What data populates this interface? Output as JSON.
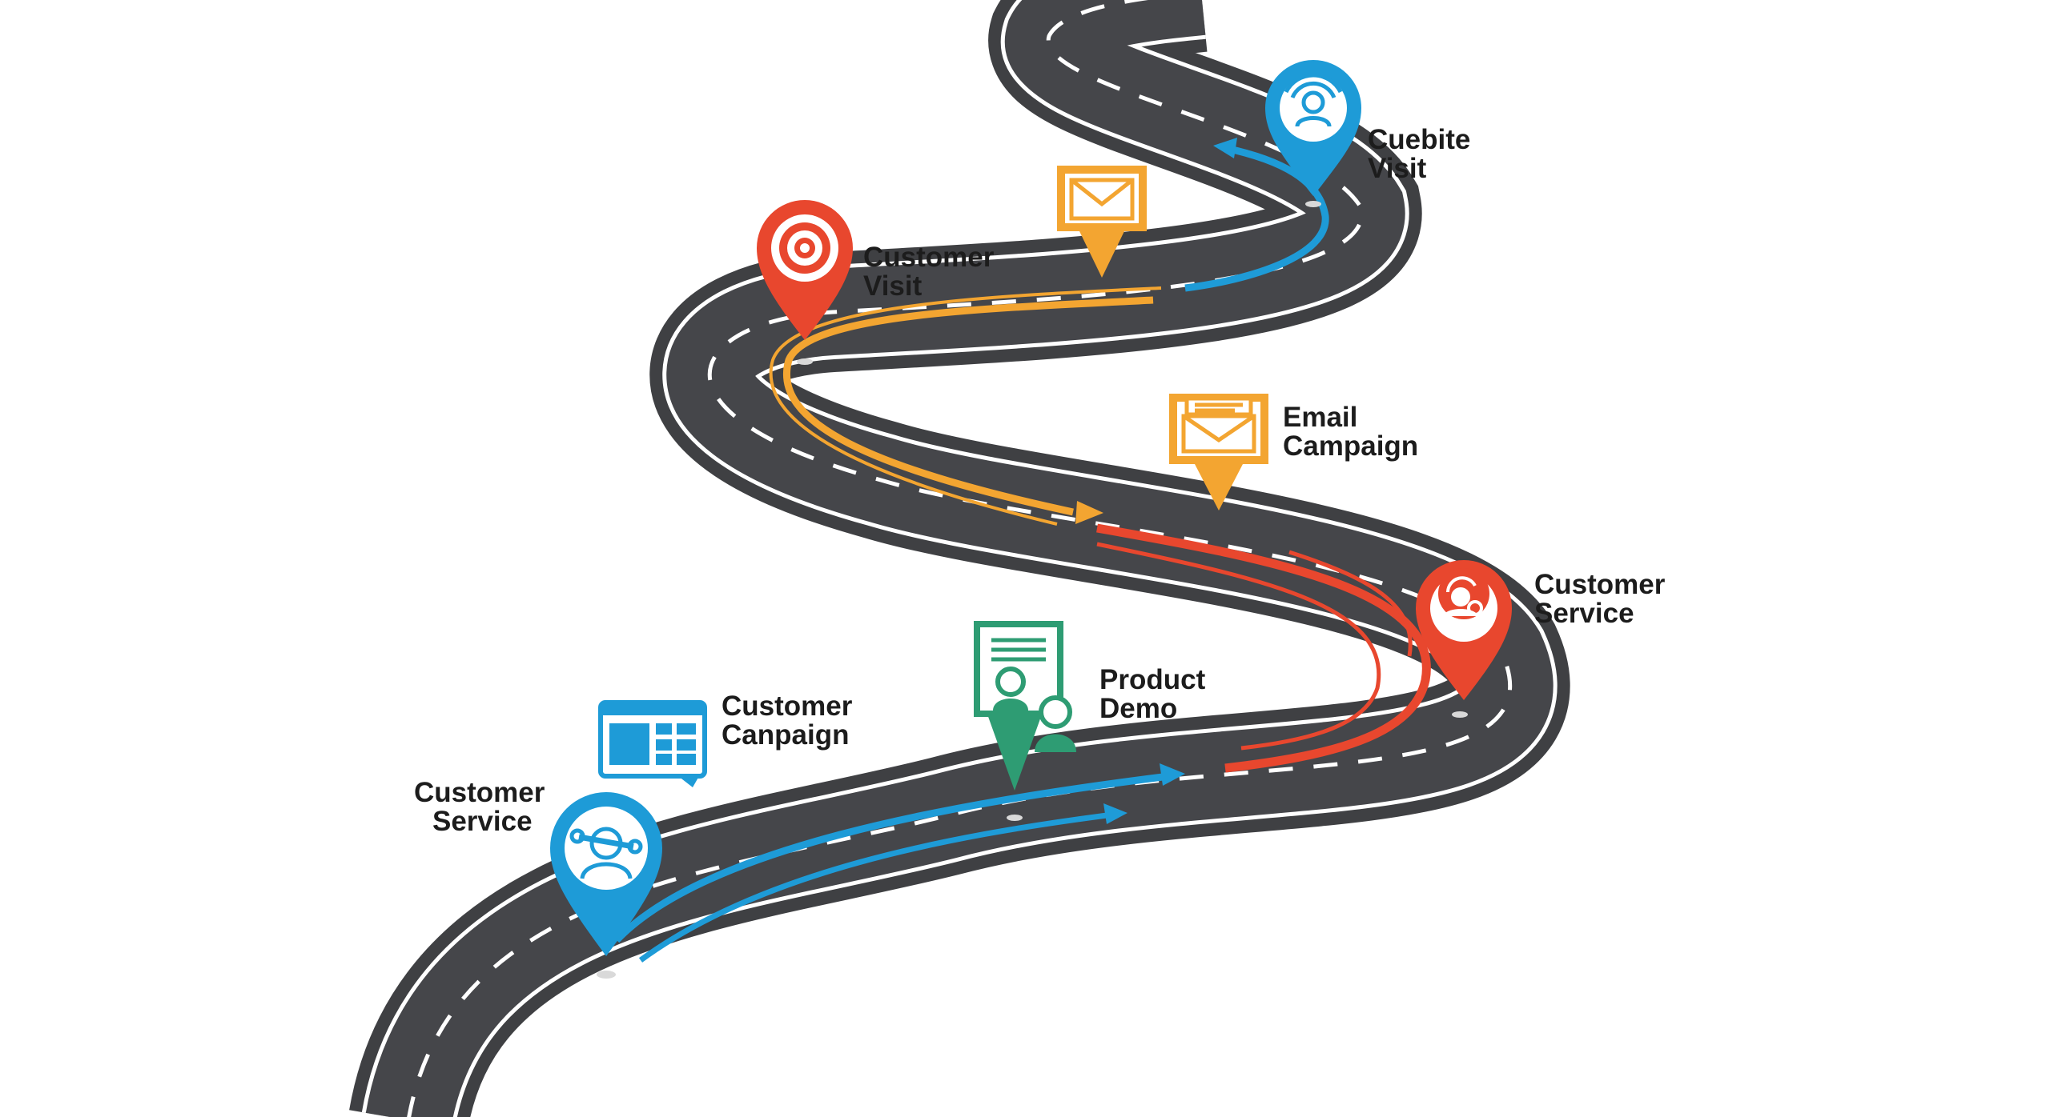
{
  "colors": {
    "road": "#3f4043",
    "road_edge": "#ffffff",
    "blue": "#1e9bd7",
    "orange": "#f3a531",
    "red": "#e8472e",
    "green": "#2e9c73",
    "label": "#1c1c1c"
  },
  "milestones": [
    {
      "id": "cuebite-visit",
      "lines": [
        "Cuebite",
        "Visit"
      ],
      "color": "blue",
      "icon": "headset-user-icon"
    },
    {
      "id": "email-top",
      "lines": [],
      "color": "orange",
      "icon": "envelope-icon"
    },
    {
      "id": "customer-visit",
      "lines": [
        "Customer",
        "Visit"
      ],
      "color": "red",
      "icon": "target-icon"
    },
    {
      "id": "email-campaign",
      "lines": [
        "Email",
        "Campaign"
      ],
      "color": "orange",
      "icon": "envelope-stack-icon"
    },
    {
      "id": "customer-service-right",
      "lines": [
        "Customer",
        "Service"
      ],
      "color": "red",
      "icon": "support-agent-icon"
    },
    {
      "id": "product-demo",
      "lines": [
        "Product",
        "Demo"
      ],
      "color": "green",
      "icon": "presentation-users-icon"
    },
    {
      "id": "customer-campaign",
      "lines": [
        "Customer",
        "Canpaign"
      ],
      "color": "blue",
      "icon": "browser-window-icon"
    },
    {
      "id": "customer-service-left",
      "lines": [
        "Customer",
        "Service"
      ],
      "color": "blue",
      "icon": "service-person-icon"
    }
  ]
}
